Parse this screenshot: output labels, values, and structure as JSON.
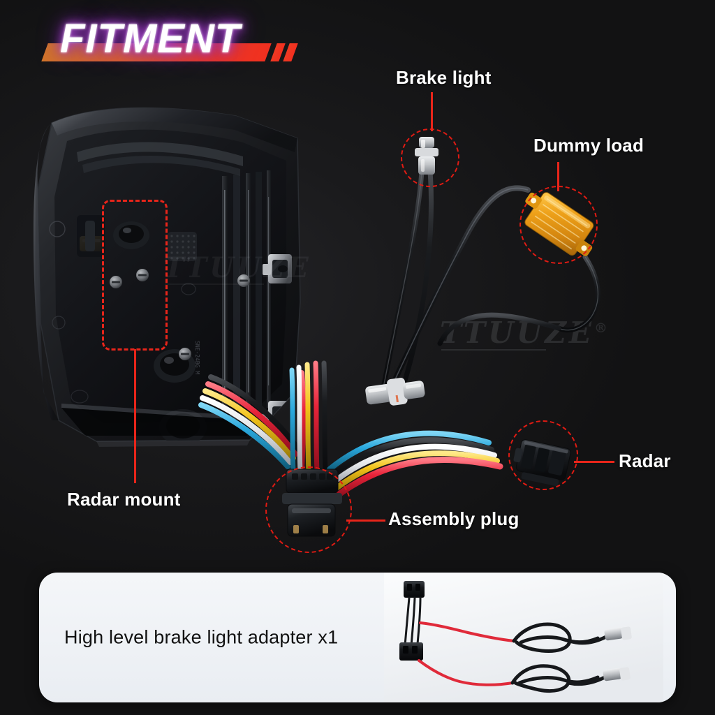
{
  "header": {
    "title": "FITMENT",
    "accent_start": "#d2752a",
    "accent_end": "#f03020",
    "glow_color": "#9b35c6"
  },
  "background": {
    "color": "#121213",
    "highlight": "#232326"
  },
  "callouts": [
    {
      "id": "brake-light",
      "label": "Brake light",
      "marker": "dashed-circle",
      "marker_color": "#e01b13"
    },
    {
      "id": "dummy-load",
      "label": "Dummy load",
      "marker": "dashed-circle",
      "marker_color": "#e01b13"
    },
    {
      "id": "radar",
      "label": "Radar",
      "marker": "dashed-circle",
      "marker_color": "#e01b13"
    },
    {
      "id": "assembly-plug",
      "label": "Assembly plug",
      "marker": "dashed-circle",
      "marker_color": "#e01b13"
    },
    {
      "id": "radar-mount",
      "label": "Radar mount",
      "marker": "dashed-rect",
      "marker_color": "#e8251a"
    }
  ],
  "labels": {
    "brake_light": "Brake light",
    "dummy_load": "Dummy load",
    "radar": "Radar",
    "assembly_plug": "Assembly plug",
    "radar_mount": "Radar mount"
  },
  "watermark": {
    "text": "TTUUZE",
    "registered": "®"
  },
  "parts_card": {
    "caption": "High level brake light adapter x1",
    "background": "#eef1f5",
    "text_color": "#121212"
  },
  "wire_colors": {
    "red": "#e8243a",
    "yellow": "#f2c21a",
    "white": "#f2f4f6",
    "blue": "#2aa8dd",
    "black": "#121214",
    "resistor_gold": "#e8a317",
    "connector_grey": "#c9cbcd"
  }
}
